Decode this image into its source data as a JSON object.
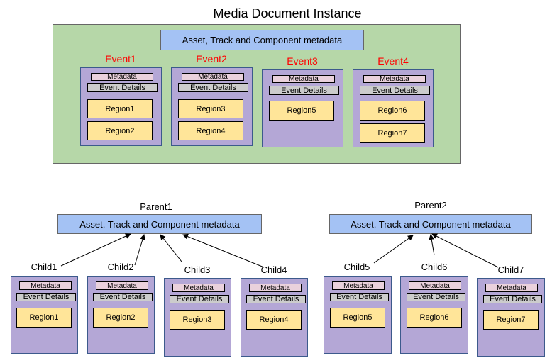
{
  "title": "Media Document Instance",
  "instance": {
    "metadata_label": "Asset, Track and Component metadata",
    "events": [
      {
        "label": "Event1",
        "metadata": "Metadata",
        "details": "Event Details",
        "regions": [
          "Region1",
          "Region2"
        ]
      },
      {
        "label": "Event2",
        "metadata": "Metadata",
        "details": "Event Details",
        "regions": [
          "Region3",
          "Region4"
        ]
      },
      {
        "label": "Event3",
        "metadata": "Metadata",
        "details": "Event Details",
        "regions": [
          "Region5"
        ]
      },
      {
        "label": "Event4",
        "metadata": "Metadata",
        "details": "Event Details",
        "regions": [
          "Region6",
          "Region7"
        ]
      }
    ]
  },
  "parents": [
    {
      "label": "Parent1",
      "metadata_label": "Asset, Track and Component metadata",
      "children": [
        {
          "label": "Child1",
          "metadata": "Metadata",
          "details": "Event Details",
          "region": "Region1"
        },
        {
          "label": "Child2",
          "metadata": "Metadata",
          "details": "Event Details",
          "region": "Region2"
        },
        {
          "label": "Child3",
          "metadata": "Metadata",
          "details": "Event Details",
          "region": "Region3"
        },
        {
          "label": "Child4",
          "metadata": "Metadata",
          "details": "Event Details",
          "region": "Region4"
        }
      ]
    },
    {
      "label": "Parent2",
      "metadata_label": "Asset, Track and Component metadata",
      "children": [
        {
          "label": "Child5",
          "metadata": "Metadata",
          "details": "Event Details",
          "region": "Region5"
        },
        {
          "label": "Child6",
          "metadata": "Metadata",
          "details": "Event Details",
          "region": "Region6"
        },
        {
          "label": "Child7",
          "metadata": "Metadata",
          "details": "Event Details",
          "region": "Region7"
        }
      ]
    }
  ],
  "colors": {
    "container": "#b6d7a8",
    "metadata_bar": "#a4c2f4",
    "event_box": "#b4a7d6",
    "metadata_chip": "#ead1dc",
    "event_details_chip": "#cccccc",
    "region": "#ffe599",
    "event_label": "#ff0000"
  }
}
